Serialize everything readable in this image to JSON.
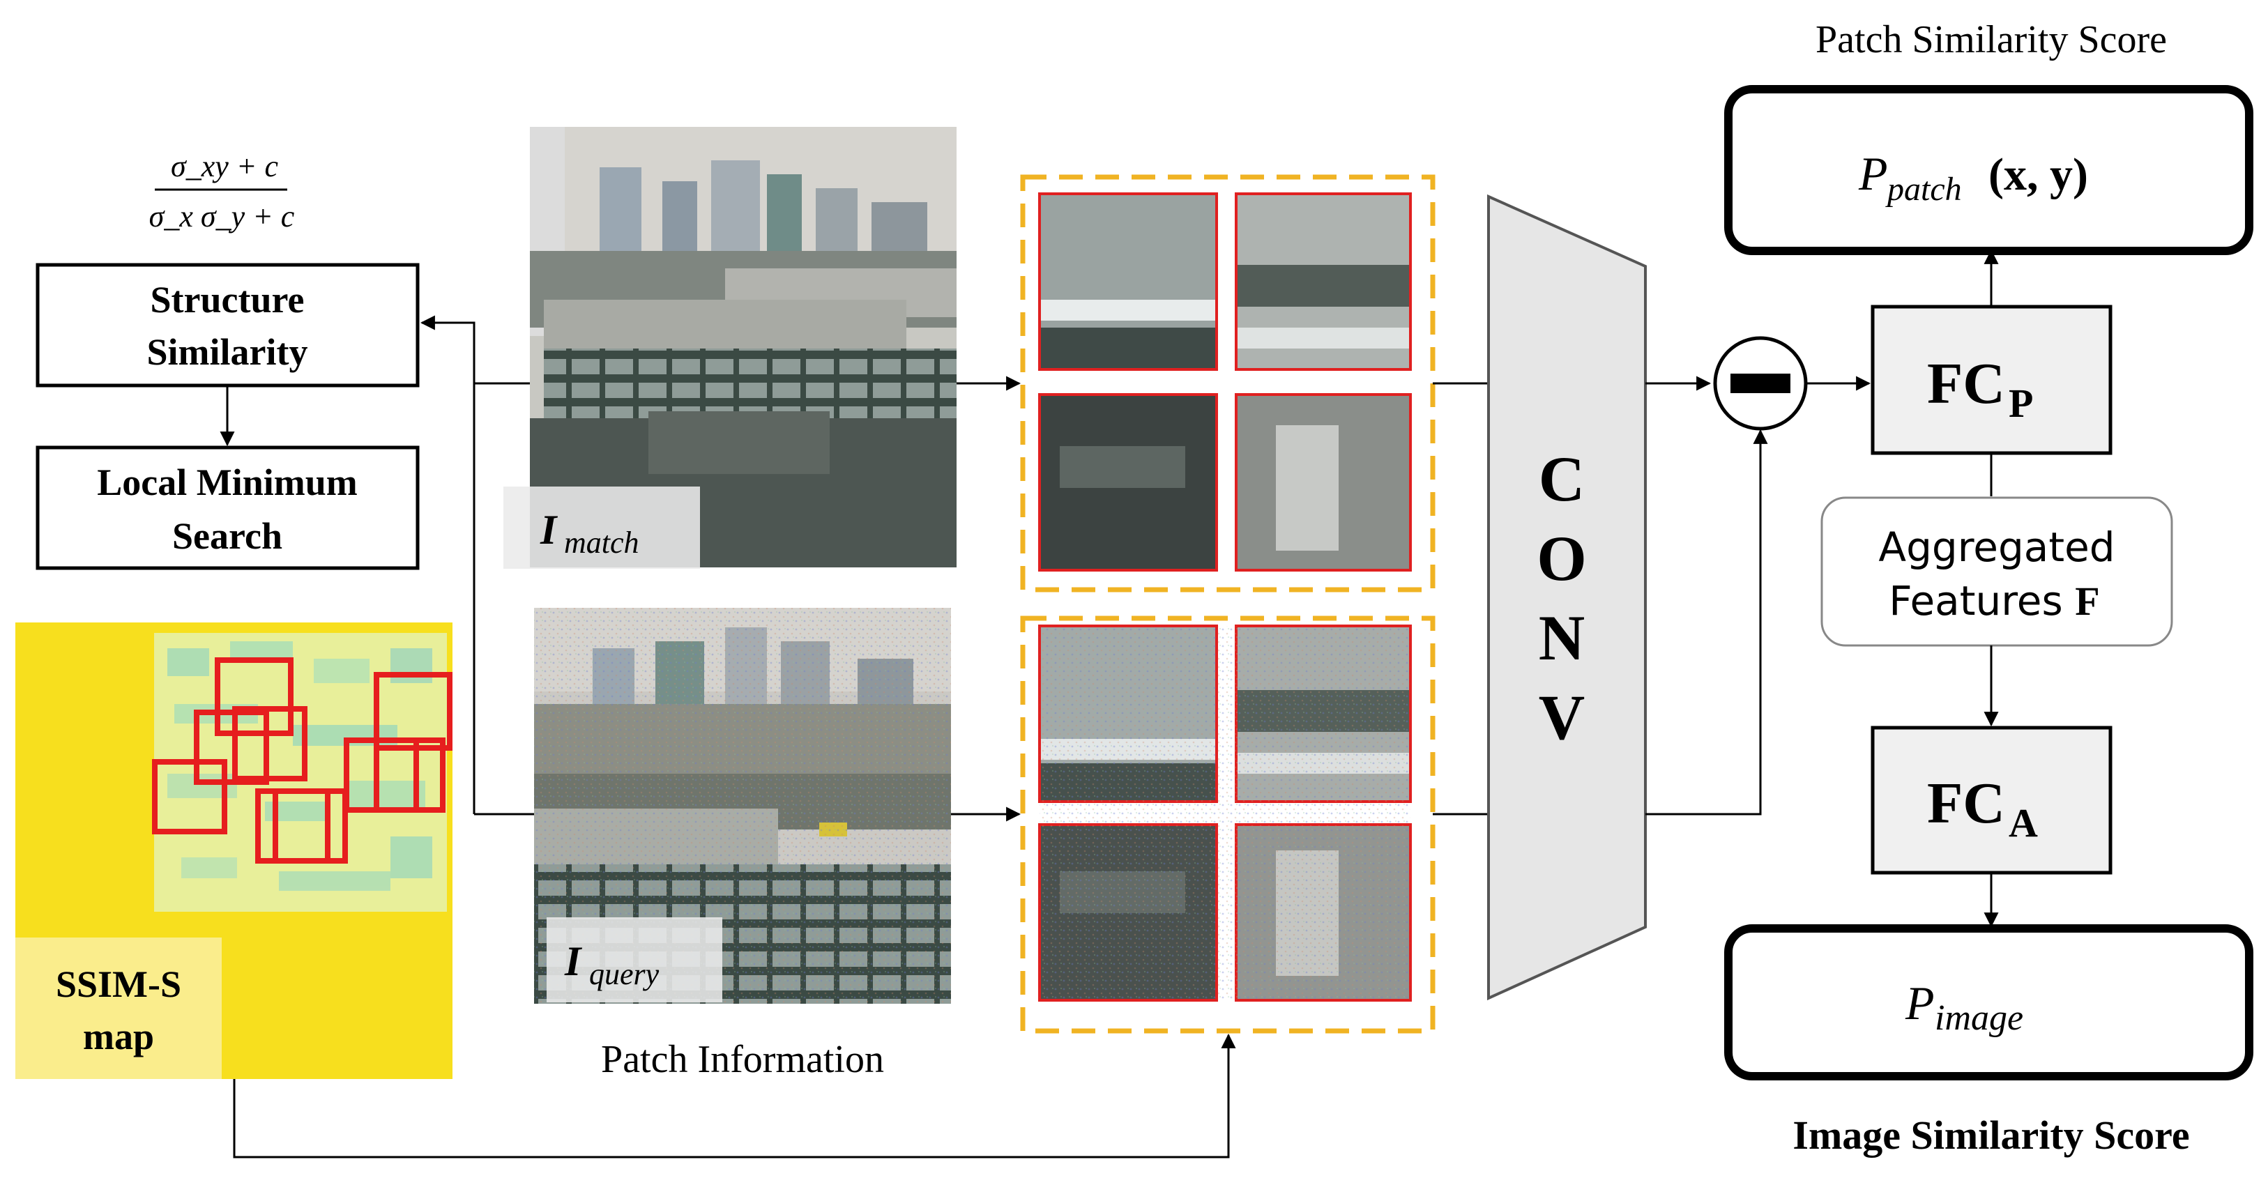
{
  "formula": {
    "numerator": "σ_xy + c",
    "denominator": "σ_x σ_y + c"
  },
  "boxes": {
    "structure_similarity": [
      "Structure",
      "Similarity"
    ],
    "local_minimum_search": [
      "Local Minimum",
      "Search"
    ],
    "fc_p": {
      "main": "FC",
      "sub": "P"
    },
    "fc_a": {
      "main": "FC",
      "sub": "A"
    },
    "aggregated": [
      "Aggregated",
      "Features"
    ],
    "aggregated_symbol": "F",
    "conv_letters": [
      "C",
      "O",
      "N",
      "V"
    ],
    "minus_symbol": "minus"
  },
  "images": {
    "match_label": {
      "main": "I",
      "sub": "match"
    },
    "query_label": {
      "main": "I",
      "sub": "query"
    },
    "ssim_label": [
      "SSIM-S",
      "map"
    ]
  },
  "labels": {
    "patch_information": "Patch Information",
    "patch_similarity_score": "Patch Similarity Score",
    "image_similarity_score": "Image Similarity Score",
    "p_patch": {
      "main": "P",
      "sub": "patch",
      "args": "(x, y)"
    },
    "p_image": {
      "main": "P",
      "sub": "image"
    }
  },
  "colors": {
    "patch_group_border": "#f0b323",
    "patch_border": "#e02020",
    "ssim_background": "#f7df1e",
    "ssim_rect": "#e61e1e",
    "fc_fill": "#f0f0f0",
    "conv_fill": "#e6e6e6"
  }
}
